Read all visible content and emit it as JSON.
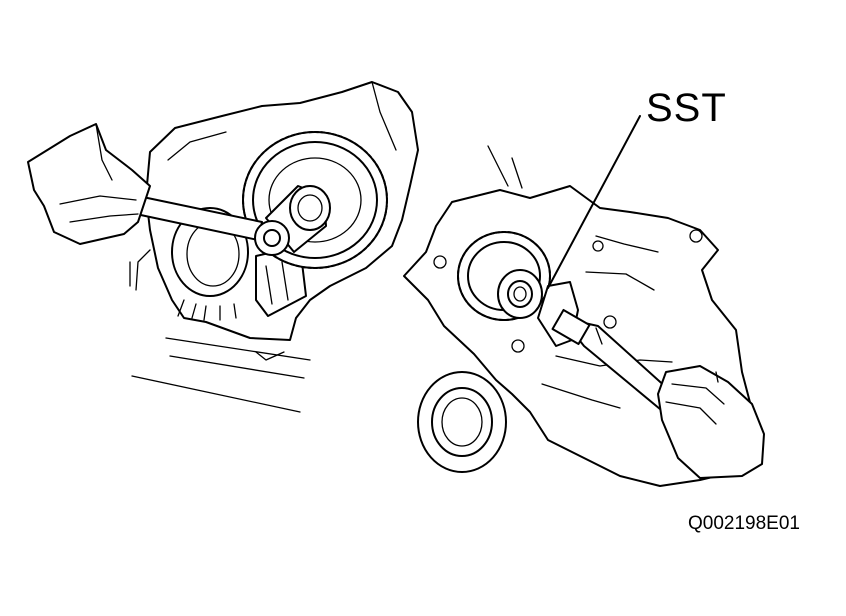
{
  "labels": {
    "callout": "SST",
    "figure_code": "Q002198E01"
  },
  "illustrations": [
    {
      "name": "left-assembly",
      "depicts": "transaxle-case-with-gear-and-wrench"
    },
    {
      "name": "right-assembly",
      "depicts": "transaxle-case-with-gear-and-sst-wrench"
    }
  ],
  "colors": {
    "line": "#000000",
    "background": "#ffffff"
  }
}
